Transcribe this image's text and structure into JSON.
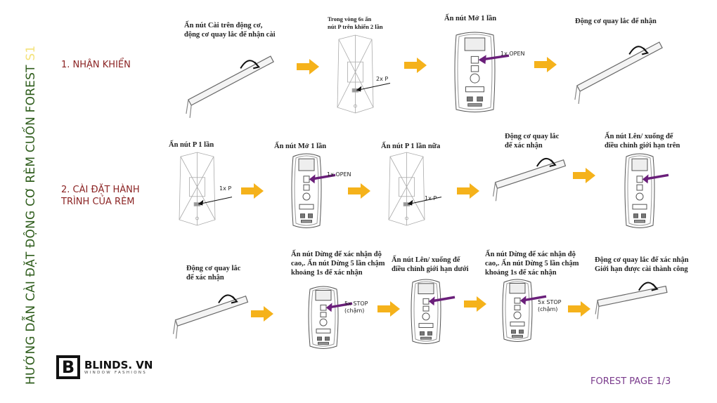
{
  "vertical_title": "HƯỚNG DẪN CÀI ĐẶT ĐỘNG CƠ RÈM CUỐN FOREST",
  "vertical_title_tail": "S1",
  "footer": "FOREST PAGE 1/3",
  "logo": {
    "name": "BLINDS. VN",
    "tagline": "WINDOW FASHIONS",
    "mark": "B"
  },
  "colors": {
    "row_label": "#8b2323",
    "arrow": "#f5b21b",
    "pointer": "#6a1f7a",
    "title": "#2f5d1c",
    "footer": "#7a3b8c"
  },
  "rows": [
    {
      "label": [
        "1. NHẬN KHIỂN"
      ],
      "steps": [
        {
          "type": "motor",
          "caption": [
            "Ấn nút Cài trên động cơ,",
            "động cơ quay lắc để nhận cài"
          ]
        },
        {
          "type": "receiver",
          "caption": [
            "Trong vòng 6s ấn",
            "nút P trên khiển 2 lần"
          ],
          "callout": [
            "2x P"
          ]
        },
        {
          "type": "remote",
          "caption": [
            "Ấn nút Mở 1 lần"
          ],
          "callout": [
            "1x OPEN"
          ]
        },
        {
          "type": "motor",
          "caption": [
            "Động cơ quay lắc để nhận"
          ]
        }
      ]
    },
    {
      "label": [
        "2. CÀI ĐẶT HÀNH",
        "TRÌNH CỦA RÈM"
      ],
      "steps": [
        {
          "type": "receiver",
          "caption": [
            "Ấn nút P 1 lần"
          ],
          "callout": [
            "1x P"
          ]
        },
        {
          "type": "remote",
          "caption": [
            "Ấn nút Mở 1 lần"
          ],
          "callout": [
            "1x OPEN"
          ]
        },
        {
          "type": "receiver",
          "caption": [
            "Ấn nút P 1 lần nữa"
          ],
          "callout": [
            "1x P"
          ]
        },
        {
          "type": "motor",
          "caption": [
            "Động cơ quay lắc",
            "để xác nhận"
          ]
        },
        {
          "type": "remote",
          "caption": [
            "Ấn nút Lên/ xuống để",
            "điều chỉnh giới hạn trên"
          ]
        }
      ]
    },
    {
      "label": [],
      "steps": [
        {
          "type": "motor",
          "caption": [
            "Động cơ quay lắc",
            "để xác nhận"
          ]
        },
        {
          "type": "remote",
          "caption": [
            "Ấn nút Dừng để xác nhận độ",
            "cao,. Ấn nút Dừng 5 lần chậm",
            "khoảng 1s để xác nhận"
          ],
          "callout": [
            "5x STOP",
            "(chậm)"
          ]
        },
        {
          "type": "remote",
          "caption": [
            "Ấn nút Lên/ xuống để",
            "điều chỉnh giới hạn dưới"
          ]
        },
        {
          "type": "remote",
          "caption": [
            "Ấn nút Dừng để xác nhận độ",
            "cao,. Ấn nút Dừng 5 lần chậm",
            "khoảng 1s để xác nhận"
          ],
          "callout": [
            "5x STOP",
            "(chậm)"
          ]
        },
        {
          "type": "motor",
          "caption": [
            "Động cơ quay lắc để xác nhận",
            "Giới hạn được cài thành công"
          ]
        }
      ]
    }
  ]
}
